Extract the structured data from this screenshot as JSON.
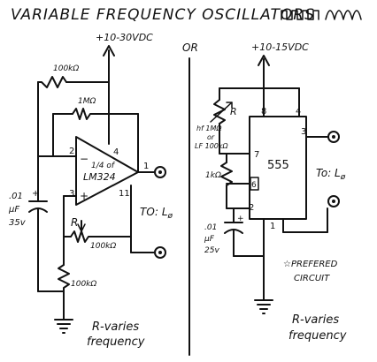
{
  "title": "VARIABLE FREQUENCY OSCILLATORS",
  "or_label": "OR",
  "left": {
    "supply": "+10-30VDC",
    "r_feedback_top": "100kΩ",
    "r_feedback_inner": "1MΩ",
    "opamp_fraction": "1/4 of",
    "opamp_part": "LM324",
    "pin_4": "4",
    "pin_11": "11",
    "pin_1": "1",
    "pin_2": "2",
    "pin_3": "3",
    "minus_sign": "−",
    "plus_sign": "+",
    "cap_value": ".01",
    "cap_unit": "μF",
    "cap_voltage": "35v",
    "cap_plus": "+",
    "pot_letter": "R",
    "pot_value": "100kΩ",
    "r_bottom": "100kΩ",
    "output_label": "TO: L",
    "output_sub": "ø",
    "caption_line1": "R-varies",
    "caption_line2": "frequency"
  },
  "right": {
    "supply": "+10-15VDC",
    "chip": "555",
    "pin_8": "8",
    "pin_4": "4",
    "pin_3": "3",
    "pin_7": "7",
    "pin_6": "6",
    "pin_2": "2",
    "pin_1": "1",
    "r_label_hf": "hf 1MΩ",
    "r_label_or": "or",
    "r_label_lf": "LF 100kΩ",
    "r_letter": "R",
    "r_fixed": "1kΩ",
    "cap_value": ".01",
    "cap_unit": "μF",
    "cap_voltage": "25v",
    "cap_plus": "+",
    "output_label": "To: L",
    "output_sub": "ø",
    "preferred": "☆PREFERED",
    "preferred_2": "CIRCUIT",
    "caption_line1": "R-varies",
    "caption_line2": "frequency"
  }
}
